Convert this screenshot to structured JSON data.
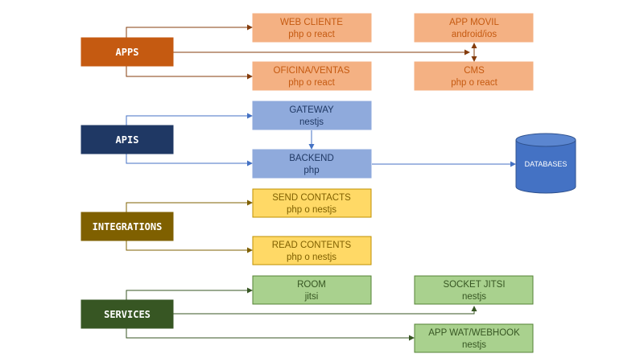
{
  "colors": {
    "apps": "#c55a11",
    "apis": "#1f3864",
    "integrations": "#7f6000",
    "services": "#375623",
    "box_apps": "#f4b183",
    "box_apis": "#8faadc",
    "box_integrations": "#ffd966",
    "box_services": "#a9d18e",
    "database": "#4472c4",
    "text_apps": "#c55a11",
    "text_apis": "#1f3864",
    "text_integrations": "#7f6000",
    "text_services": "#375623",
    "arrow_apps": "#843c0c",
    "arrow_apis": "#4472c4",
    "arrow_integrations": "#7f6000",
    "arrow_services": "#375623"
  },
  "categories": {
    "apps": "APPS",
    "apis": "APIS",
    "integrations": "INTEGRATIONS",
    "services": "SERVICES"
  },
  "boxes": {
    "web_cliente": {
      "line1": "WEB CLIENTE",
      "line2": "php o react"
    },
    "oficina": {
      "line1": "OFICINA/VENTAS",
      "line2": "php o react"
    },
    "app_movil": {
      "line1": "APP MOVIL",
      "line2": "android/ios"
    },
    "cms": {
      "line1": "CMS",
      "line2": "php o react"
    },
    "gateway": {
      "line1": "GATEWAY",
      "line2": "nestjs"
    },
    "backend": {
      "line1": "BACKEND",
      "line2": "php"
    },
    "send_contacts": {
      "line1": "SEND CONTACTS",
      "line2": "php o nestjs"
    },
    "read_contents": {
      "line1": "READ CONTENTS",
      "line2": "php o nestjs"
    },
    "room": {
      "line1": "ROOM",
      "line2": "jitsi"
    },
    "socket_jitsi": {
      "line1": "SOCKET JITSI",
      "line2": "nestjs"
    },
    "app_wat": {
      "line1": "APP WAT/WEBHOOK",
      "line2": "nestjs"
    }
  },
  "database": {
    "label": "DATABASES"
  }
}
